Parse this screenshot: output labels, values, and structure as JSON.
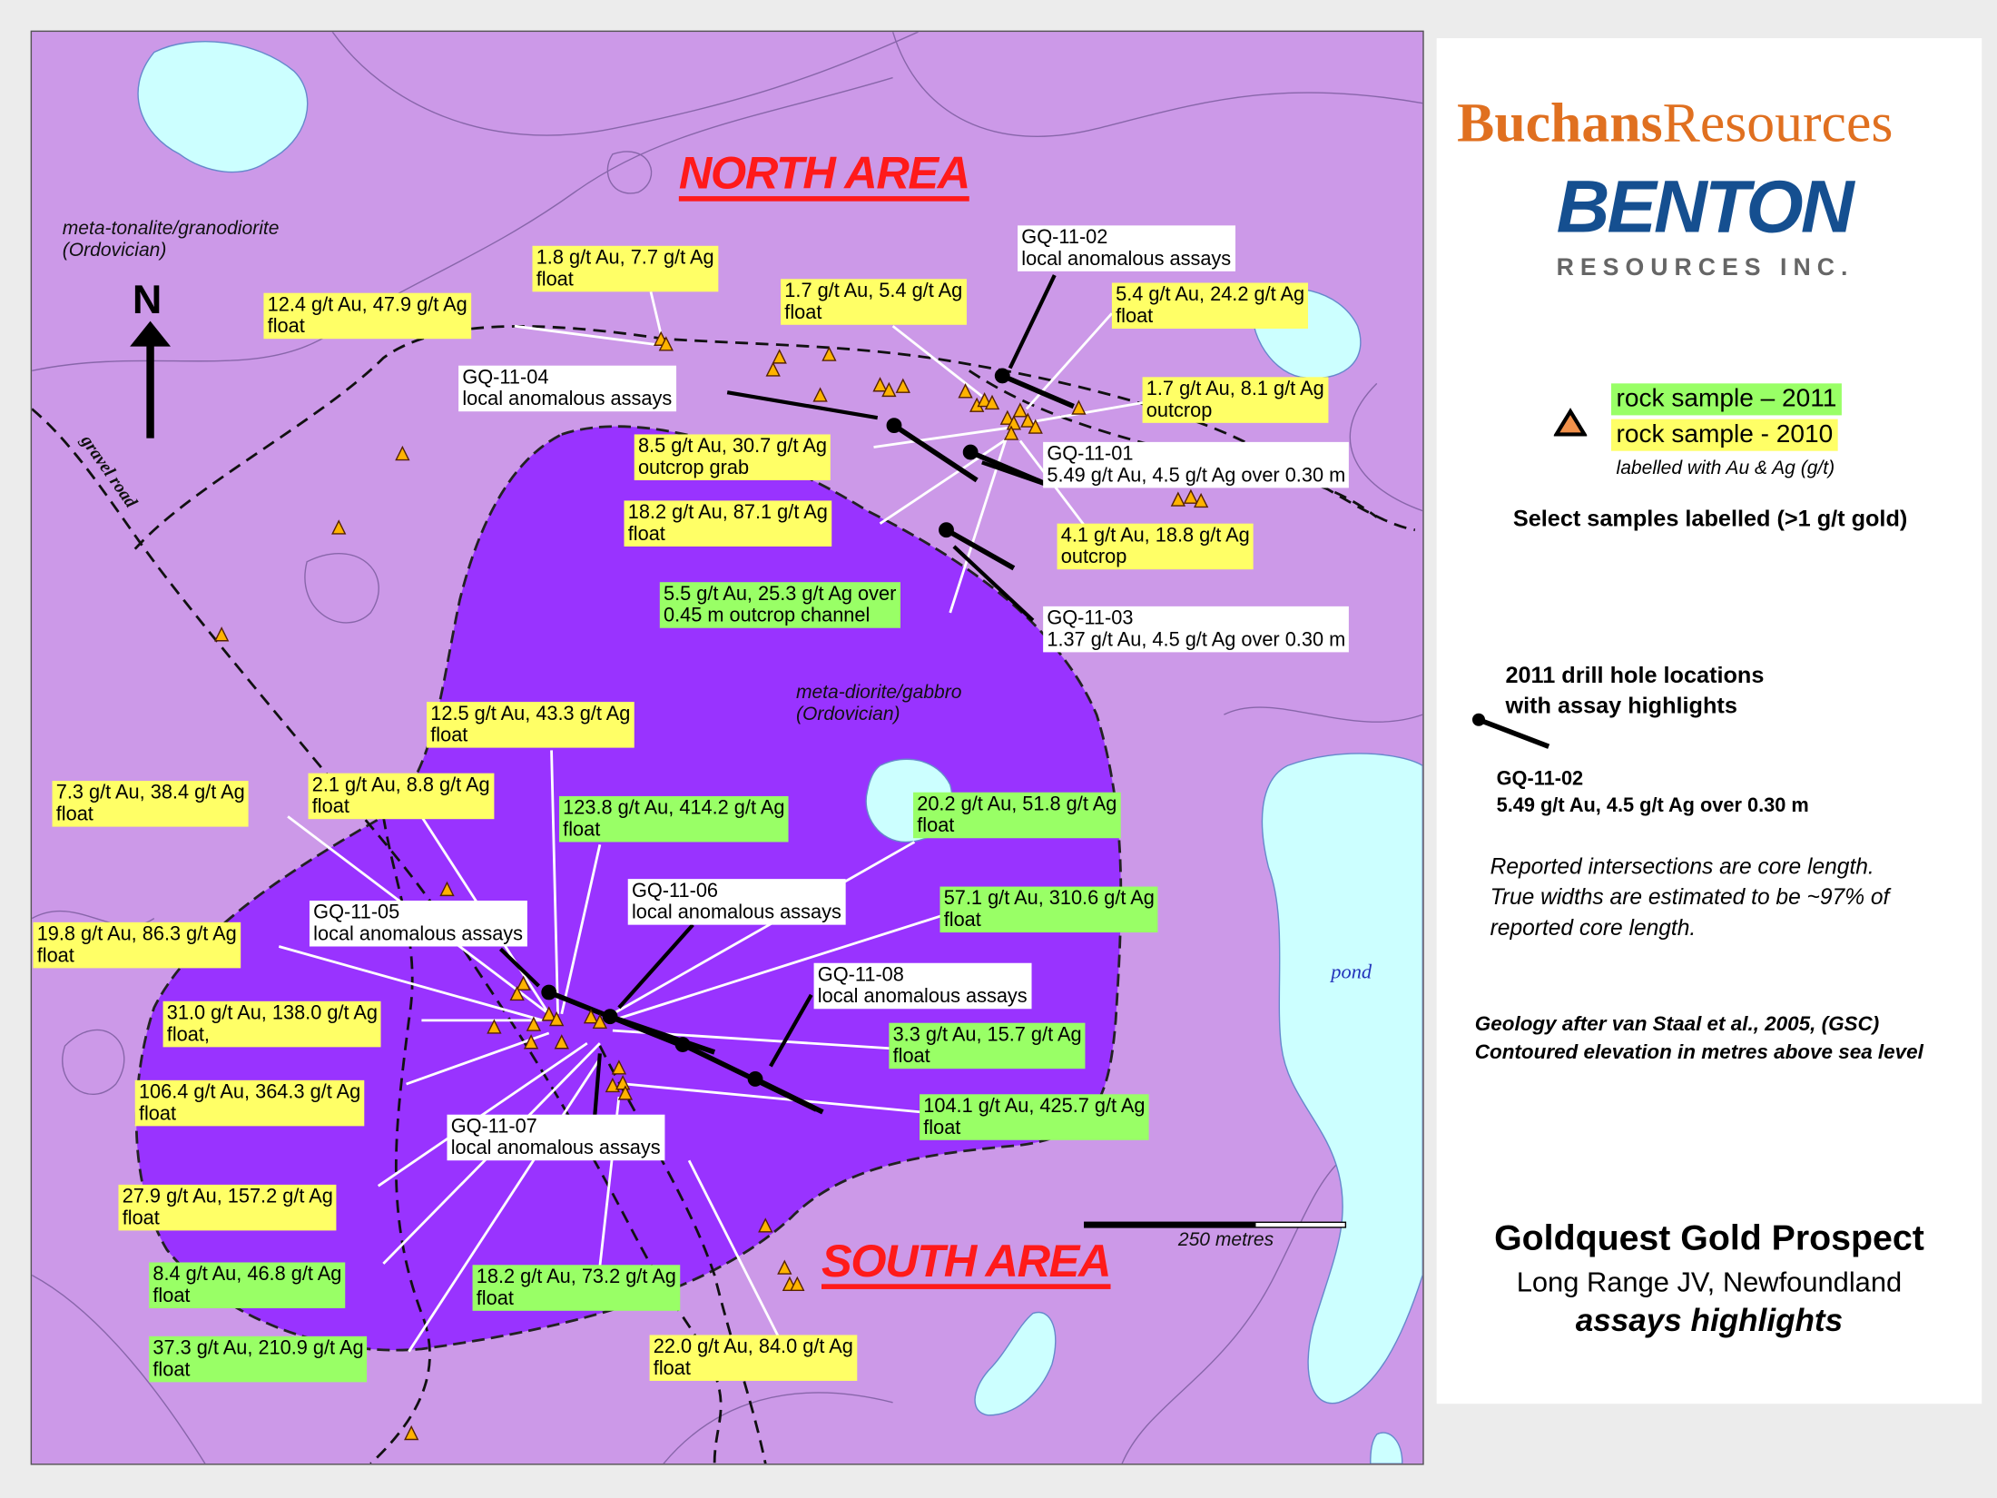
{
  "map": {
    "north_area": "NORTH AREA",
    "south_area": "SOUTH AREA",
    "geology_tonalite": [
      "meta-tonalite/granodiorite",
      "(Ordovician)"
    ],
    "geology_diorite": [
      "meta-diorite/gabbro",
      "(Ordovician)"
    ],
    "road_label": "gravel road",
    "pond_label": "pond",
    "north_arrow": "N",
    "scale_label": "250 metres",
    "labels": [
      {
        "kind": "2010",
        "lines": [
          "1.8 g/t Au, 7.7 g/t Ag",
          "float"
        ]
      },
      {
        "kind": "2010",
        "lines": [
          "12.4 g/t Au, 47.9 g/t Ag",
          "float"
        ]
      },
      {
        "kind": "2010",
        "lines": [
          "1.7 g/t Au, 5.4 g/t Ag",
          "float"
        ]
      },
      {
        "kind": "2010",
        "lines": [
          "5.4 g/t Au, 24.2 g/t Ag",
          "float"
        ]
      },
      {
        "kind": "2010",
        "lines": [
          "1.7 g/t Au, 8.1 g/t Ag",
          "outcrop"
        ]
      },
      {
        "kind": "2010",
        "lines": [
          "8.5 g/t Au, 30.7 g/t Ag",
          "outcrop grab"
        ]
      },
      {
        "kind": "2010",
        "lines": [
          "18.2 g/t Au, 87.1 g/t Ag",
          "float"
        ]
      },
      {
        "kind": "2010",
        "lines": [
          "4.1 g/t Au, 18.8 g/t Ag",
          "outcrop"
        ]
      },
      {
        "kind": "2011",
        "lines": [
          "5.5 g/t Au, 25.3 g/t Ag over",
          "0.45 m outcrop channel"
        ]
      },
      {
        "kind": "drill",
        "lines": [
          "GQ-11-02",
          "local anomalous assays"
        ]
      },
      {
        "kind": "drill",
        "lines": [
          "GQ-11-04",
          "local anomalous assays"
        ]
      },
      {
        "kind": "drill",
        "lines": [
          "GQ-11-01",
          "5.49 g/t Au, 4.5 g/t Ag over 0.30 m"
        ]
      },
      {
        "kind": "drill",
        "lines": [
          "GQ-11-03",
          "1.37 g/t Au, 4.5 g/t Ag over 0.30 m"
        ]
      },
      {
        "kind": "2010",
        "lines": [
          "12.5 g/t Au, 43.3 g/t Ag",
          "float"
        ]
      },
      {
        "kind": "2010",
        "lines": [
          "7.3 g/t Au, 38.4 g/t Ag",
          "float"
        ]
      },
      {
        "kind": "2010",
        "lines": [
          "2.1 g/t Au, 8.8 g/t Ag",
          "float"
        ]
      },
      {
        "kind": "2011",
        "lines": [
          "123.8 g/t Au, 414.2 g/t Ag",
          "float"
        ]
      },
      {
        "kind": "2011",
        "lines": [
          "20.2 g/t Au, 51.8 g/t Ag",
          "float"
        ]
      },
      {
        "kind": "drill",
        "lines": [
          "GQ-11-06",
          "local anomalous assays"
        ]
      },
      {
        "kind": "2011",
        "lines": [
          "57.1 g/t Au, 310.6 g/t Ag",
          "float"
        ]
      },
      {
        "kind": "drill",
        "lines": [
          "GQ-11-05",
          "local anomalous assays"
        ]
      },
      {
        "kind": "2010",
        "lines": [
          "19.8 g/t Au, 86.3 g/t Ag",
          "float"
        ]
      },
      {
        "kind": "drill",
        "lines": [
          "GQ-11-08",
          "local anomalous assays"
        ]
      },
      {
        "kind": "2010",
        "lines": [
          "31.0 g/t Au, 138.0 g/t Ag",
          "float,"
        ]
      },
      {
        "kind": "2011",
        "lines": [
          "3.3 g/t Au, 15.7 g/t Ag",
          "float"
        ]
      },
      {
        "kind": "2010",
        "lines": [
          "106.4 g/t Au, 364.3 g/t Ag",
          "float"
        ]
      },
      {
        "kind": "2011",
        "lines": [
          "104.1 g/t Au, 425.7 g/t Ag",
          "float"
        ]
      },
      {
        "kind": "drill",
        "lines": [
          "GQ-11-07",
          "local anomalous assays"
        ]
      },
      {
        "kind": "2010",
        "lines": [
          "27.9 g/t Au, 157.2 g/t Ag",
          "float"
        ]
      },
      {
        "kind": "2011",
        "lines": [
          "8.4 g/t Au, 46.8 g/t Ag",
          "float"
        ]
      },
      {
        "kind": "2011",
        "lines": [
          "18.2 g/t Au, 73.2 g/t Ag",
          "float"
        ]
      },
      {
        "kind": "2011",
        "lines": [
          "37.3 g/t Au, 210.9 g/t Ag",
          "float"
        ]
      },
      {
        "kind": "2010",
        "lines": [
          "22.0 g/t Au, 84.0 g/t Ag",
          "float"
        ]
      }
    ]
  },
  "panel": {
    "logo_buchans": [
      "Buchans",
      "Resources"
    ],
    "logo_benton": "BENTON",
    "logo_benton_sub": "RESOURCES INC.",
    "legend_2011": "rock sample – 2011",
    "legend_2010": "rock sample - 2010",
    "legend_note": "labelled with Au & Ag (g/t)",
    "select_note": "Select samples labelled (>1 g/t gold)",
    "drill_title": [
      "2011 drill hole locations",
      "with assay highlights"
    ],
    "drill_example": [
      "GQ-11-02",
      "5.49 g/t Au, 4.5 g/t Ag over 0.30 m"
    ],
    "core_note": [
      "Reported intersections are core length.",
      "True widths are estimated to be ~97% of",
      "reported core length."
    ],
    "geology_note": [
      "Geology after van Staal et al., 2005, (GSC)",
      "Contoured elevation in metres above sea level"
    ],
    "title": "Goldquest Gold Prospect",
    "subtitle": "Long Range JV, Newfoundland",
    "subtitle2": "assays highlights"
  },
  "colors": {
    "sample_2011": "#99ff66",
    "sample_2010": "#ffff66",
    "area_title": "#ff1a1a",
    "intrusion": "#9933ff",
    "host": "#cc99e8",
    "water": "#ccffff"
  }
}
